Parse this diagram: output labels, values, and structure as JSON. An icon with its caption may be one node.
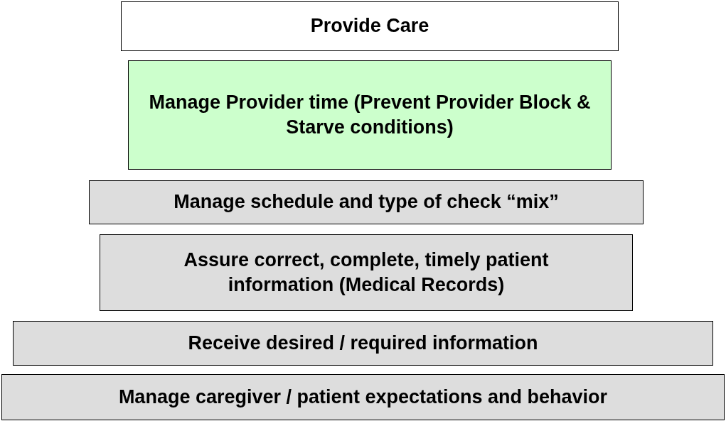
{
  "diagram": {
    "nodes": [
      {
        "text": [
          "Provide Care"
        ]
      },
      {
        "text": [
          "Manage Provider time (Prevent Provider Block & Starve conditions)"
        ]
      },
      {
        "text": [
          "Manage schedule and type of check “mix”"
        ]
      },
      {
        "text": [
          "Assure correct, complete, timely patient information (Medical Records)"
        ]
      },
      {
        "text": [
          "Receive desired / required information"
        ]
      },
      {
        "text": [
          "Manage caregiver / patient expectations and behavior"
        ]
      }
    ]
  }
}
